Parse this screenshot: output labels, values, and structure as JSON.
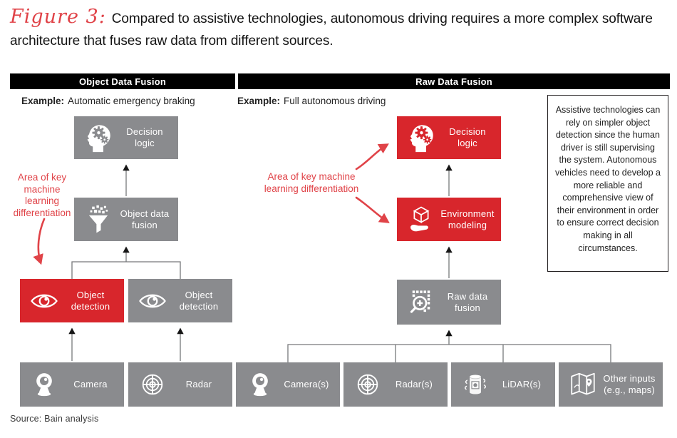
{
  "title": {
    "figure_label": "Figure 3:",
    "text": "Compared to assistive technologies, autonomous driving requires a more complex software architecture that fuses raw data from different sources."
  },
  "colors": {
    "red": "#D8262C",
    "gray": "#8A8B8E",
    "bar_black": "#000000",
    "annotation_red": "#E04348",
    "line_gray": "#77787B"
  },
  "panels": {
    "left": {
      "header": "Object Data Fusion",
      "example_label": "Example:",
      "example_text": "Automatic emergency braking",
      "annotation": "Area of key machine learning differentiation"
    },
    "right": {
      "header": "Raw Data Fusion",
      "example_label": "Example:",
      "example_text": "Full autonomous driving",
      "annotation": "Area of key machine learning differentiation"
    }
  },
  "boxes": {
    "decision_logic_left": {
      "label": "Decision logic",
      "icon": "head-gears-icon",
      "color": "gray"
    },
    "object_data_fusion": {
      "label": "Object data fusion",
      "icon": "funnel-data-icon",
      "color": "gray"
    },
    "object_detection_camera": {
      "label": "Object detection",
      "icon": "eye-icon",
      "color": "red"
    },
    "object_detection_radar": {
      "label": "Object detection",
      "icon": "eye-icon",
      "color": "gray"
    },
    "camera": {
      "label": "Camera",
      "icon": "webcam-icon",
      "color": "gray"
    },
    "radar": {
      "label": "Radar",
      "icon": "radar-icon",
      "color": "gray"
    },
    "decision_logic_right": {
      "label": "Decision logic",
      "icon": "head-gears-icon",
      "color": "red"
    },
    "environment_modeling": {
      "label": "Environment modeling",
      "icon": "cube-hand-icon",
      "color": "red"
    },
    "raw_data_fusion": {
      "label": "Raw data fusion",
      "icon": "magnifier-data-icon",
      "color": "gray"
    },
    "cameras": {
      "label": "Camera(s)",
      "icon": "webcam-icon",
      "color": "gray"
    },
    "radars": {
      "label": "Radar(s)",
      "icon": "radar-icon",
      "color": "gray"
    },
    "lidars": {
      "label": "LiDAR(s)",
      "icon": "lidar-cylinder-icon",
      "color": "gray"
    },
    "other_inputs": {
      "label": "Other inputs (e.g., maps)",
      "icon": "map-icon",
      "color": "gray"
    }
  },
  "note_box": {
    "text": "Assistive technologies can rely on simpler object detection since the human driver is still supervising the system. Autonomous vehicles need to develop a more reliable and comprehensive view of their environment in order to ensure correct decision making in all circumstances."
  },
  "source": {
    "text": "Source: Bain analysis"
  }
}
